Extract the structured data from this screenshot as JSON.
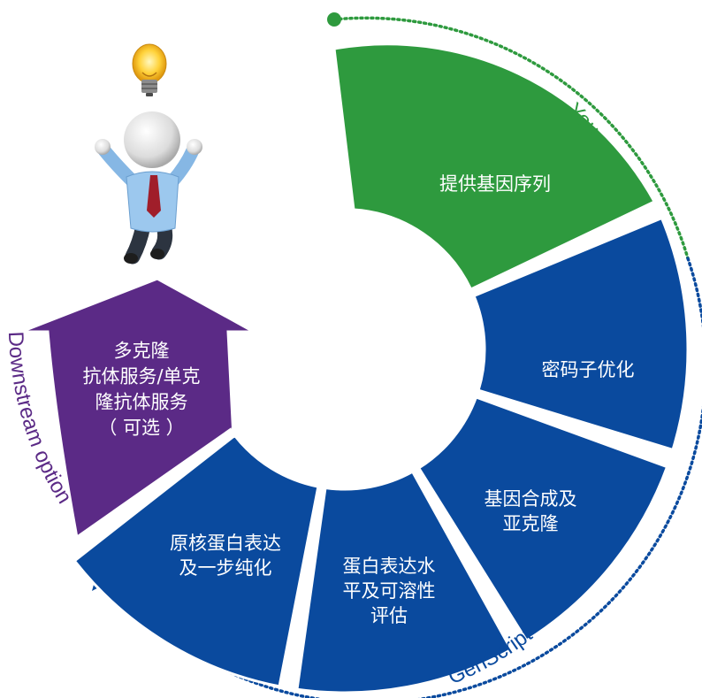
{
  "colors": {
    "green": "#2e9a3e",
    "blue": "#0a4a9e",
    "purple": "#5b2a86",
    "dotted_green": "#2e9a3e",
    "dotted_blue": "#0a4a9e"
  },
  "segments": [
    {
      "id": "provide-gene",
      "lines": [
        "提供基因序列"
      ],
      "color": "green"
    },
    {
      "id": "codon-opt",
      "lines": [
        "密码子优化"
      ],
      "color": "blue"
    },
    {
      "id": "gene-synthesis",
      "lines": [
        "基因合成及",
        "亚克隆"
      ],
      "color": "blue"
    },
    {
      "id": "expression-eval",
      "lines": [
        "蛋白表达水",
        "平及可溶性",
        "评估"
      ],
      "color": "blue"
    },
    {
      "id": "prokaryotic-expr",
      "lines": [
        "原核蛋白表达",
        "及一步纯化"
      ],
      "color": "blue"
    },
    {
      "id": "antibody",
      "lines": [
        "多克隆",
        "抗体服务/单克",
        "隆抗体服务",
        "（ 可选 ）"
      ],
      "color": "purple"
    }
  ],
  "labels": {
    "you": "You",
    "genscript": "GenScript",
    "downstream": "Downstream option"
  },
  "icons": {
    "lightbulb": "lightbulb-icon",
    "person": "person-jumping-icon"
  }
}
